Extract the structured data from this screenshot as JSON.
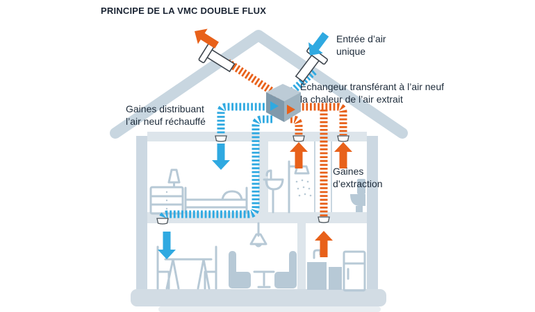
{
  "title": "PRINCIPE DE LA VMC DOUBLE FLUX",
  "labels": {
    "air_inlet": "Entrée d’air unique",
    "exchanger": "Échangeur transférant à l’air neuf la chaleur de l’air extrait",
    "supply_ducts": "Gaines distribuant l’air neuf réchauffé",
    "extract_ducts": "Gaines d’extraction"
  },
  "colors": {
    "fresh_air_blue": "#2fa9e1",
    "extract_air_orange": "#e8611a",
    "house_structure": "#c8d6e0",
    "floor_slab": "#dde5eb",
    "furniture": "#b7c9d6",
    "text": "#1d2b3a"
  }
}
